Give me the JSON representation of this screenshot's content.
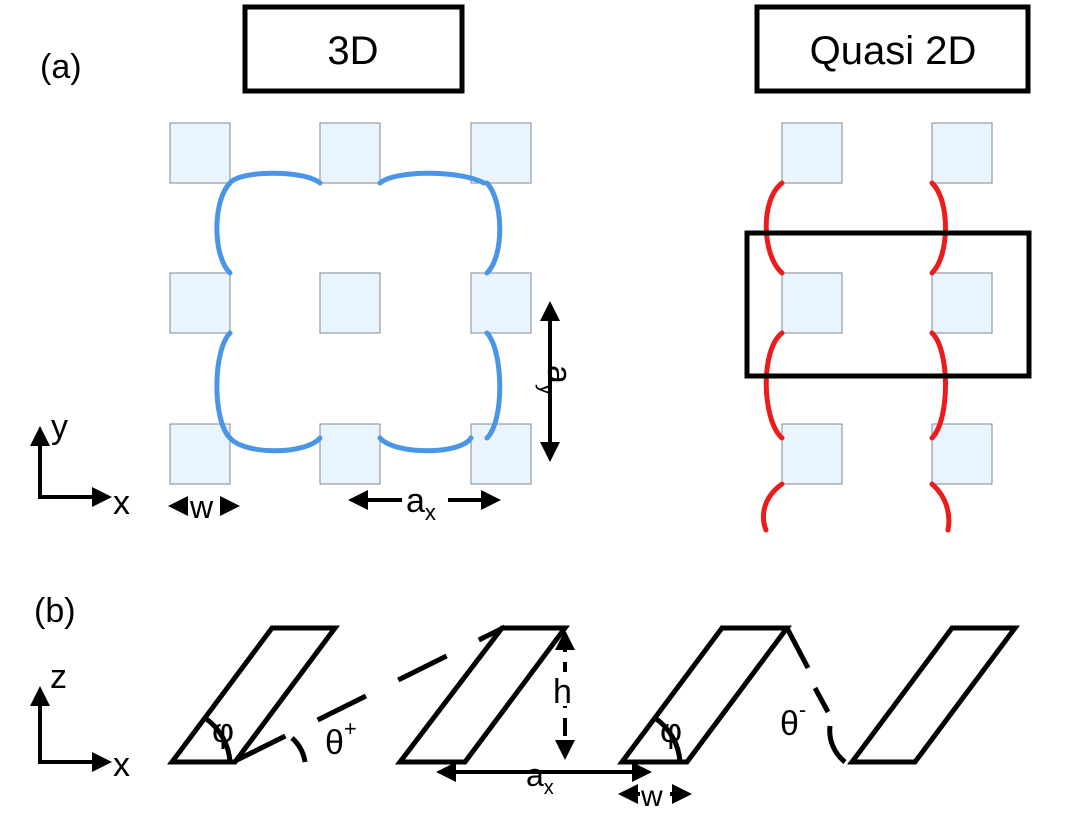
{
  "panel_a": {
    "label": "(a)",
    "box_3d": "3D",
    "box_quasi": "Quasi 2D",
    "axis": {
      "y": "y",
      "x": "x"
    },
    "w": "w",
    "ax": "a",
    "ax_sub": "x",
    "ay": "a",
    "ay_sub": "y"
  },
  "panel_b": {
    "label": "(b)",
    "axis": {
      "z": "z",
      "x": "x"
    },
    "phi": "φ",
    "theta": "θ",
    "theta_plus": "+",
    "theta_minus": "-",
    "h": "h",
    "ax": "a",
    "ax_sub": "x",
    "w": "w"
  },
  "colors": {
    "three_d_links": "#4a95e6",
    "quasi_links": "#ec1c1c",
    "pillar_fill": "#eaf4fc"
  }
}
